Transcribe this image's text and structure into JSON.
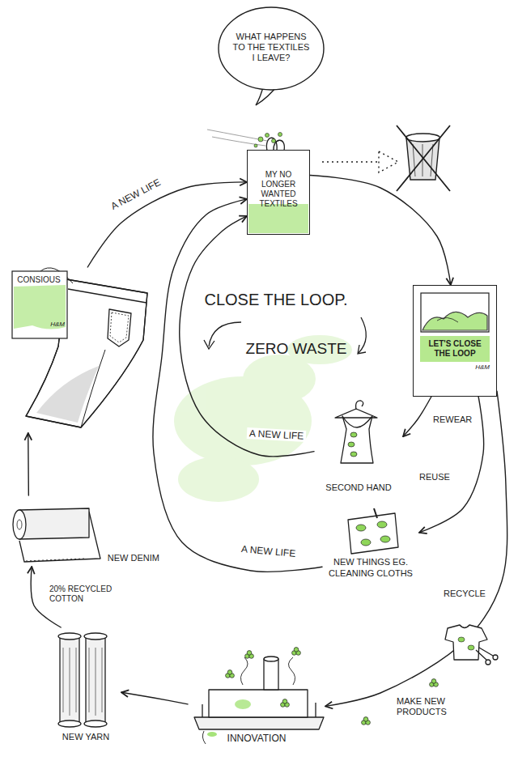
{
  "diagram": {
    "nodes": [
      {
        "text": [
          "WHAT HAPPENS TO THE TEXTILES I LEAVE?"
        ]
      },
      {
        "text": [
          "MY NO LONGER WANTED TEXTILES"
        ]
      },
      {
        "text": [
          "LET'S CLOSE THE LOOP",
          "H&M"
        ]
      },
      {
        "text": [
          "CONSIOUS",
          "H&M"
        ]
      },
      {
        "text": [
          "SECOND HAND"
        ]
      },
      {
        "text": [
          "NEW THINGS EG. CLEANING CLOTHS"
        ]
      },
      {
        "text": [
          "NEW DENIM"
        ]
      },
      {
        "text": [
          "INNOVATION"
        ]
      },
      {
        "text": [
          "NEW YARN"
        ]
      }
    ],
    "edges": [
      {
        "from": 1,
        "to": 2,
        "arrow": "to"
      },
      {
        "from": 2,
        "to": 4,
        "label": "REWEAR",
        "arrow": "to"
      },
      {
        "from": 2,
        "to": 5,
        "label": "REUSE",
        "arrow": "to"
      },
      {
        "from": 2,
        "to": 7,
        "label": "RECYCLE",
        "arrow": "to"
      },
      {
        "from": 7,
        "to": 8,
        "arrow": "to"
      },
      {
        "from": 8,
        "to": 6,
        "label": "20% RECYCLED COTTON",
        "arrow": "to"
      },
      {
        "from": 6,
        "to": 3,
        "arrow": "to"
      },
      {
        "from": 3,
        "to": 1,
        "label": "A NEW LIFE",
        "arrow": "to"
      },
      {
        "from": 4,
        "to": 1,
        "label": "A NEW LIFE",
        "arrow": "to"
      },
      {
        "from": 5,
        "to": 1,
        "label": "A NEW LIFE",
        "arrow": "to"
      }
    ],
    "labels": [
      "CLOSE THE LOOP.",
      "ZERO WASTE",
      "MAKE NEW PRODUCTS"
    ]
  }
}
